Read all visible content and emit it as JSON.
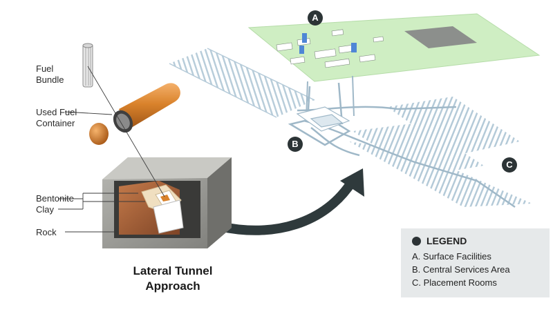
{
  "labels": {
    "fuel_bundle": [
      "Fuel",
      "Bundle"
    ],
    "used_fuel_container": [
      "Used Fuel",
      "Container"
    ],
    "bentonite_clay": [
      "Bentonite",
      "Clay"
    ],
    "rock": "Rock"
  },
  "title": [
    "Lateral Tunnel",
    "Approach"
  ],
  "markers": {
    "a": "A",
    "b": "B",
    "c": "C"
  },
  "legend": {
    "heading": "LEGEND",
    "items": [
      "A. Surface Facilities",
      "B. Central Services Area",
      "C. Placement Rooms"
    ]
  },
  "colors": {
    "surface_pad": "#cfeec3",
    "tunnels": "#a9c3d3",
    "container": "#d9822b",
    "arrow": "#2f3a3c",
    "rock": "#8f8f8b",
    "clay": "#a9653e"
  }
}
